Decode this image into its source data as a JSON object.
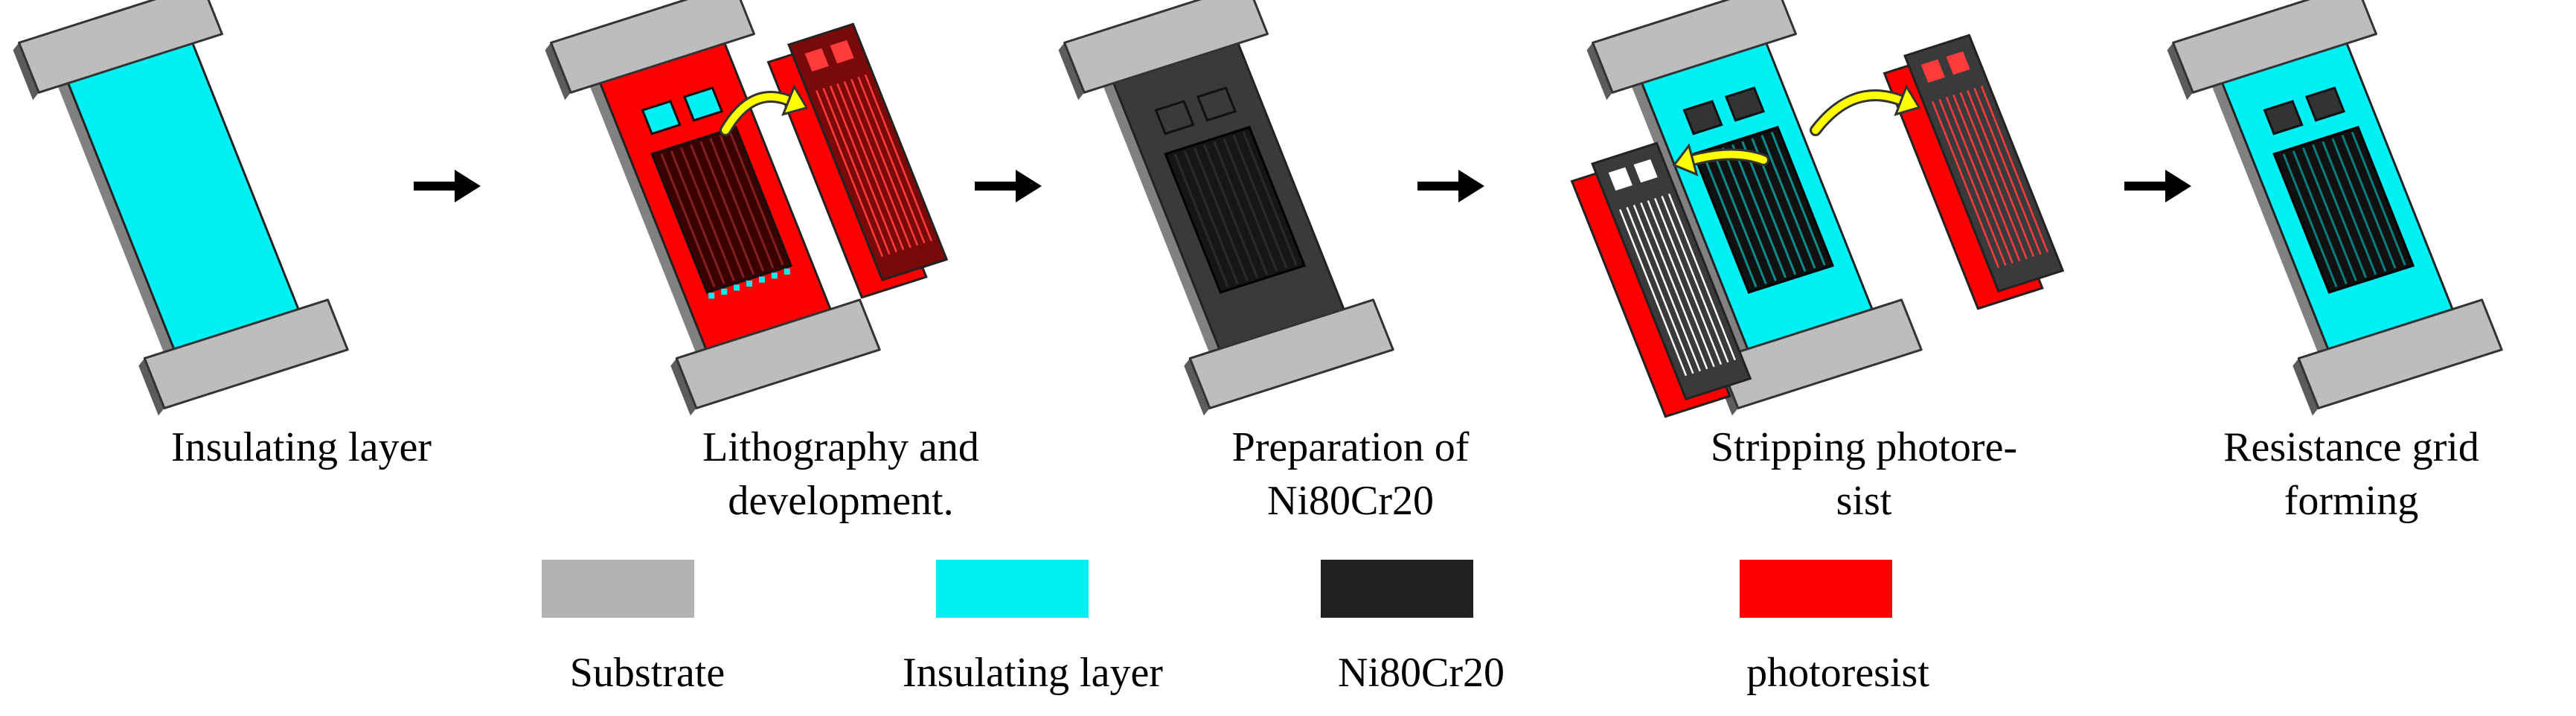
{
  "steps": [
    {
      "label_lines": [
        "Insulating layer"
      ]
    },
    {
      "label_lines": [
        "Lithography and",
        "development."
      ]
    },
    {
      "label_lines": [
        "Preparation of",
        "Ni80Cr20"
      ]
    },
    {
      "label_lines": [
        "Stripping photore-",
        "sist"
      ]
    },
    {
      "label_lines": [
        "Resistance grid",
        "forming"
      ]
    }
  ],
  "legend": [
    {
      "label": "Substrate",
      "color": "#b3b3b5"
    },
    {
      "label": "Insulating layer",
      "color": "#00f0f5"
    },
    {
      "label": "Ni80Cr20",
      "color": "#202022"
    },
    {
      "label": "photoresist",
      "color": "#ff0000"
    }
  ],
  "colors": {
    "substrate": "#bdbdbf",
    "insulating": "#00f0f5",
    "metal": "#303030",
    "photoresist": "#ff0000",
    "arrow": "#000000",
    "transfer_arrow": "#ffff00"
  }
}
